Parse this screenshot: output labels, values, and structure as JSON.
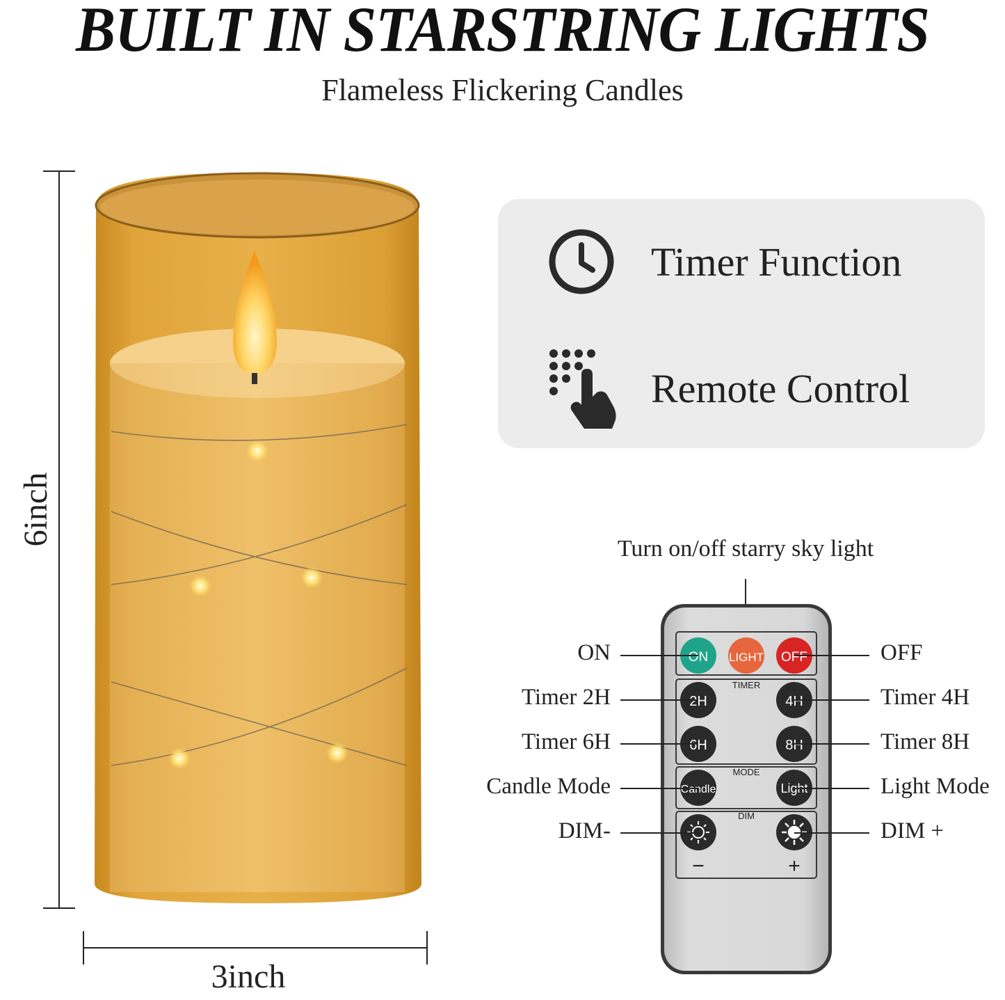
{
  "header": {
    "title": "BUILT IN STARSTRING LIGHTS",
    "subtitle": "Flameless Flickering Candles"
  },
  "dimensions": {
    "height_label": "6inch",
    "width_label": "3inch"
  },
  "features": [
    {
      "icon": "clock-icon",
      "label": "Timer Function"
    },
    {
      "icon": "remote-touch-icon",
      "label": "Remote Control"
    }
  ],
  "remote": {
    "caption": "Turn on/off starry sky light",
    "section_labels": {
      "timer": "TIMER",
      "mode": "MODE",
      "dim": "DIM"
    },
    "buttons": {
      "on": "ON",
      "light": "LIGHT",
      "off": "OFF",
      "h2": "2H",
      "h4": "4H",
      "h6": "6H",
      "h8": "8H",
      "candle": "Candle",
      "light_mode": "Light",
      "minus": "−",
      "plus": "+"
    },
    "callouts": {
      "on": "ON",
      "off": "OFF",
      "timer_2h": "Timer 2H",
      "timer_4h": "Timer 4H",
      "timer_6h": "Timer 6H",
      "timer_8h": "Timer 8H",
      "candle_mode": "Candle Mode",
      "light_mode": "Light Mode",
      "dim_minus": "DIM-",
      "dim_plus": "DIM +"
    },
    "colors": {
      "on": "#1fa48a",
      "light": "#e8663d",
      "off": "#d92424",
      "dark_button": "#2a2a2a",
      "body": "#d5d5d5"
    }
  },
  "colors": {
    "candle_glass": "#d99a2c",
    "card_bg": "#ececec"
  }
}
